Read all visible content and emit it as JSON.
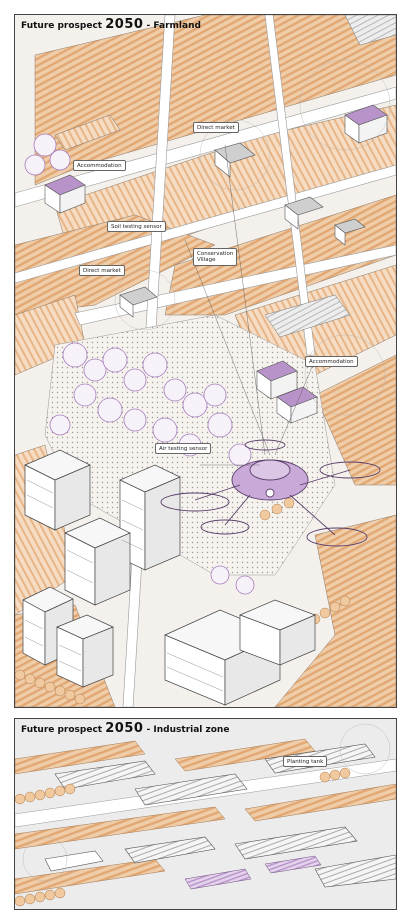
{
  "farmland_panel": {
    "title_prefix": "Future prospect ",
    "title_year": "2050",
    "title_suffix": " - Farmland",
    "labels": {
      "direct_market_1": "Direct market",
      "accommodation_1": "Accommodation",
      "soil_sensor": "Soil testing sensor",
      "conservation_village": "Conservation\nVillage",
      "direct_market_2": "Direct market",
      "accommodation_2": "Accommodation",
      "air_sensor": "Air testing sensor"
    }
  },
  "industrial_panel": {
    "title_prefix": "Future prospect ",
    "title_year": "2050",
    "title_suffix": " - Industrial zone",
    "labels": {
      "planting_tank": "Planting tank"
    }
  },
  "colors": {
    "orange": "#e7b587",
    "orange_light": "#f3d6b8",
    "purple": "#b893c9",
    "purple_light": "#d9c4e3",
    "road": "#ffffff",
    "ground": "#f4f1ec"
  }
}
